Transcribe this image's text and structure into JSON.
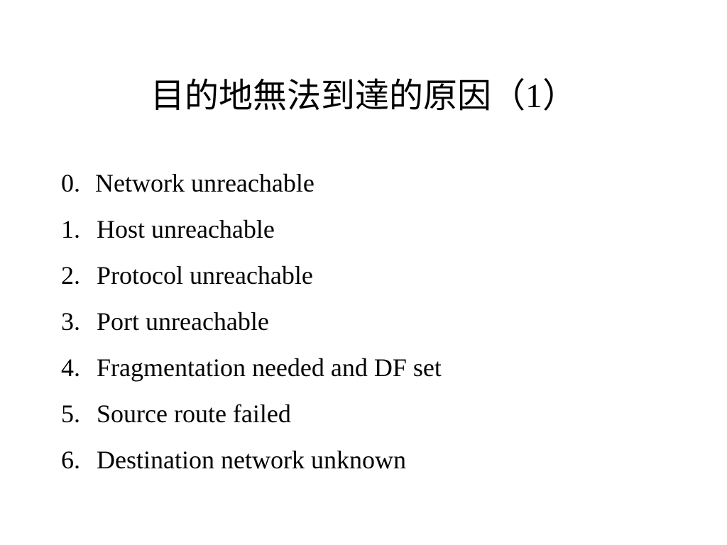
{
  "slide": {
    "title": "目的地無法到達的原因",
    "title_suffix": "（1）",
    "items": [
      {
        "number": "0.",
        "text": "Network unreachable"
      },
      {
        "number": "1.",
        "text": "Host unreachable"
      },
      {
        "number": "2.",
        "text": "Protocol unreachable"
      },
      {
        "number": "3.",
        "text": "Port unreachable"
      },
      {
        "number": "4.",
        "text": "Fragmentation needed and DF set"
      },
      {
        "number": "5.",
        "text": "Source route failed"
      },
      {
        "number": "6.",
        "text": "Destination network unknown"
      }
    ]
  },
  "colors": {
    "background": "#ffffff",
    "text": "#000000"
  }
}
